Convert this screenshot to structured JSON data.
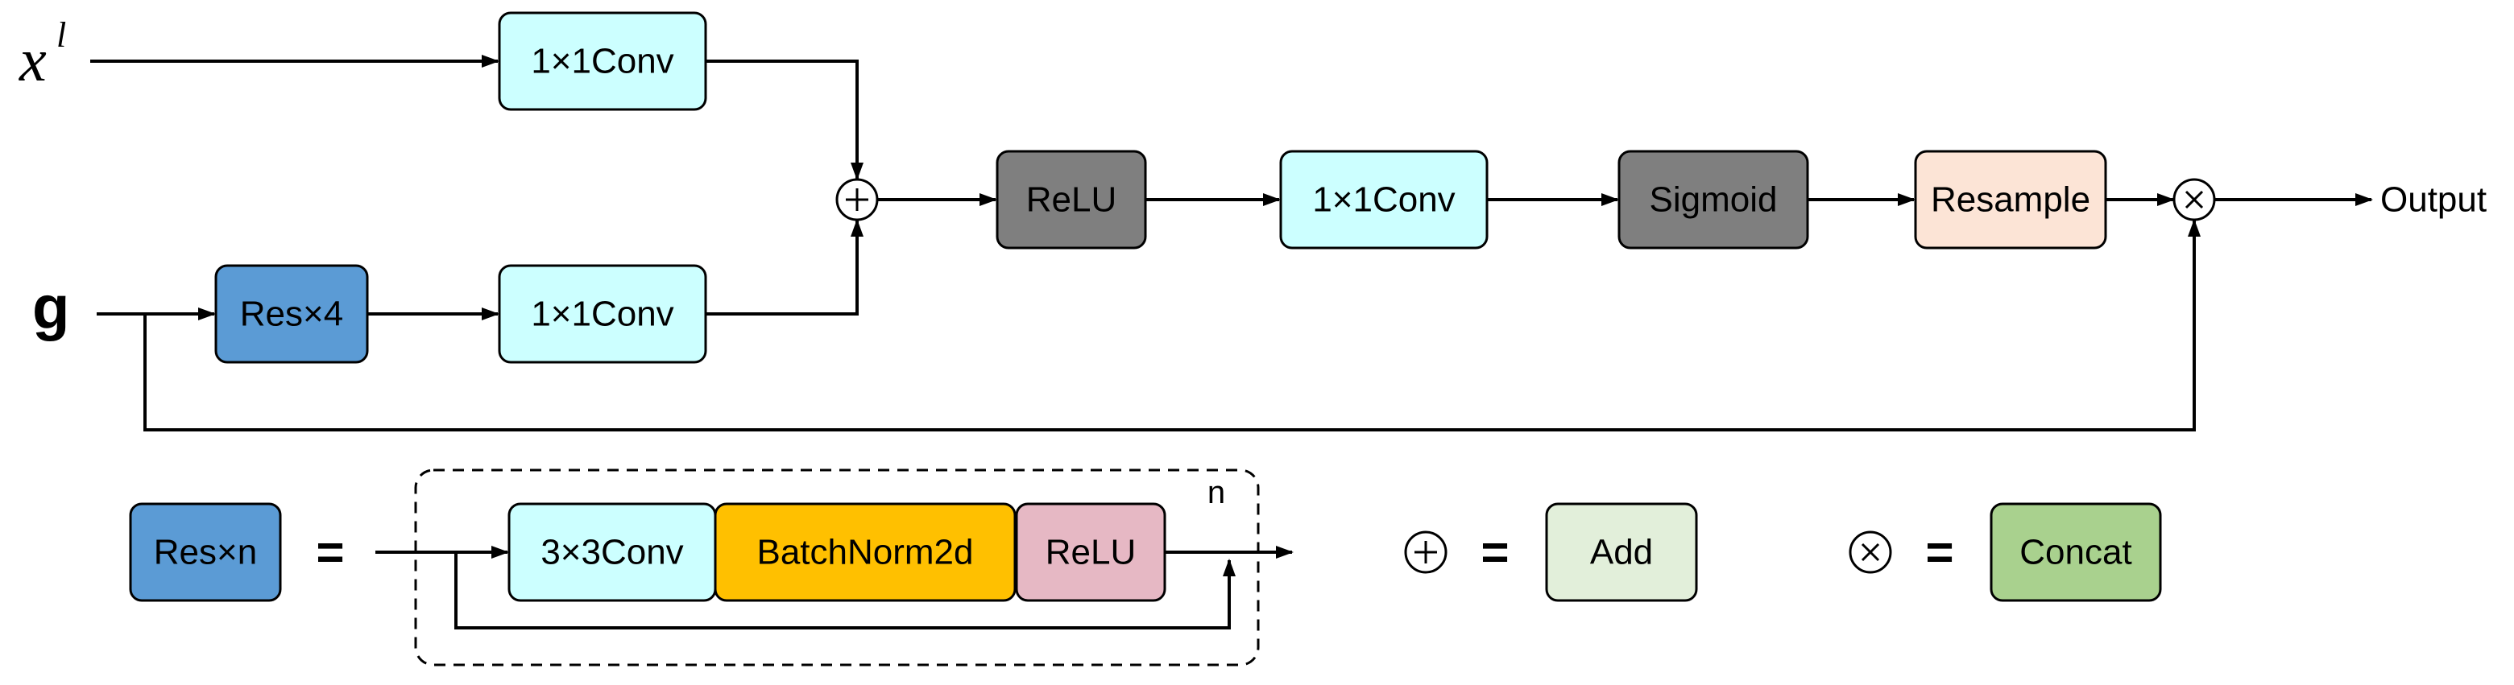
{
  "inputs": {
    "x_label": "x",
    "x_superscript": "l",
    "g_label": "g"
  },
  "output_label": "Output",
  "main_nodes": {
    "conv_x": {
      "label": "1×1Conv",
      "fill": "#ccffff"
    },
    "res4": {
      "label": "Res×4",
      "fill": "#5b9bd5"
    },
    "conv_g": {
      "label": "1×1Conv",
      "fill": "#ccffff"
    },
    "relu": {
      "label": "ReLU",
      "fill": "#7f7f7f"
    },
    "conv_mid": {
      "label": "1×1Conv",
      "fill": "#ccffff"
    },
    "sigmoid": {
      "label": "Sigmoid",
      "fill": "#7f7f7f"
    },
    "resample": {
      "label": "Resample",
      "fill": "#fce4d6"
    }
  },
  "legend": {
    "resn": {
      "label": "Res×n",
      "fill": "#5b9bd5"
    },
    "res_block": {
      "conv3": {
        "label": "3×3Conv",
        "fill": "#ccffff"
      },
      "bn": {
        "label": "BatchNorm2d",
        "fill": "#ffc000"
      },
      "relu": {
        "label": "ReLU",
        "fill": "#e6b8c4"
      },
      "repeat_label": "n"
    },
    "add": {
      "label": "Add",
      "fill": "#e2efda"
    },
    "concat": {
      "label": "Concat",
      "fill": "#a9d18e"
    },
    "equals": "="
  },
  "operators": {
    "add_icon": "plus",
    "multiply_icon": "times"
  }
}
